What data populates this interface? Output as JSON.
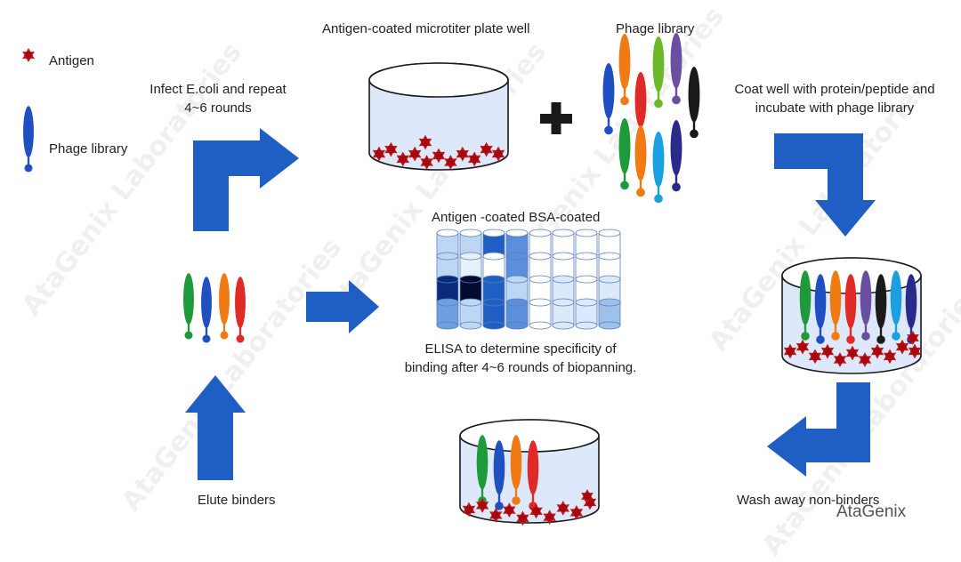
{
  "legend": {
    "antigen": "Antigen",
    "phage": "Phage library"
  },
  "labels": {
    "antigen_well": "Antigen-coated microtiter plate well",
    "phage_library": "Phage library",
    "infect_line1": "Infect E.coli and repeat",
    "infect_line2": "4~6 rounds",
    "coat_line1": "Coat well with protein/peptide and",
    "coat_line2": "incubate with phage library",
    "plate_header": "Antigen -coated BSA-coated",
    "elisa_line1": "ELISA to determine specificity of",
    "elisa_line2": "binding after 4~6 rounds of biopanning.",
    "elute": "Elute  binders",
    "wash": "Wash away non-binders"
  },
  "watermark": "AtaGenix Laboratories",
  "brand": "AtaGenix",
  "colors": {
    "arrow_blue": "#1f5fc4",
    "antigen_red": "#c0151a",
    "well_fill": "#dde9fb",
    "well_edge": "#1a1a1a",
    "phage_green": "#1e9a3a",
    "phage_blue": "#1f4fc0",
    "phage_orange": "#f07a14",
    "phage_red": "#e02a28",
    "phage_lime": "#6bb82a",
    "phage_purple": "#6a4fa0",
    "phage_black": "#1a1a1a",
    "phage_cyan": "#1aa0e0",
    "phage_navy": "#2a2a8a",
    "plate_dark": "#0a2a7a",
    "plate_mid": "#1f5fc4",
    "plate_light": "#bcd6f3"
  },
  "icons": [
    "antigen-icon",
    "phage-icon",
    "plus-icon",
    "arrow-icon",
    "microtiter-well-icon",
    "elisa-plate-icon"
  ]
}
